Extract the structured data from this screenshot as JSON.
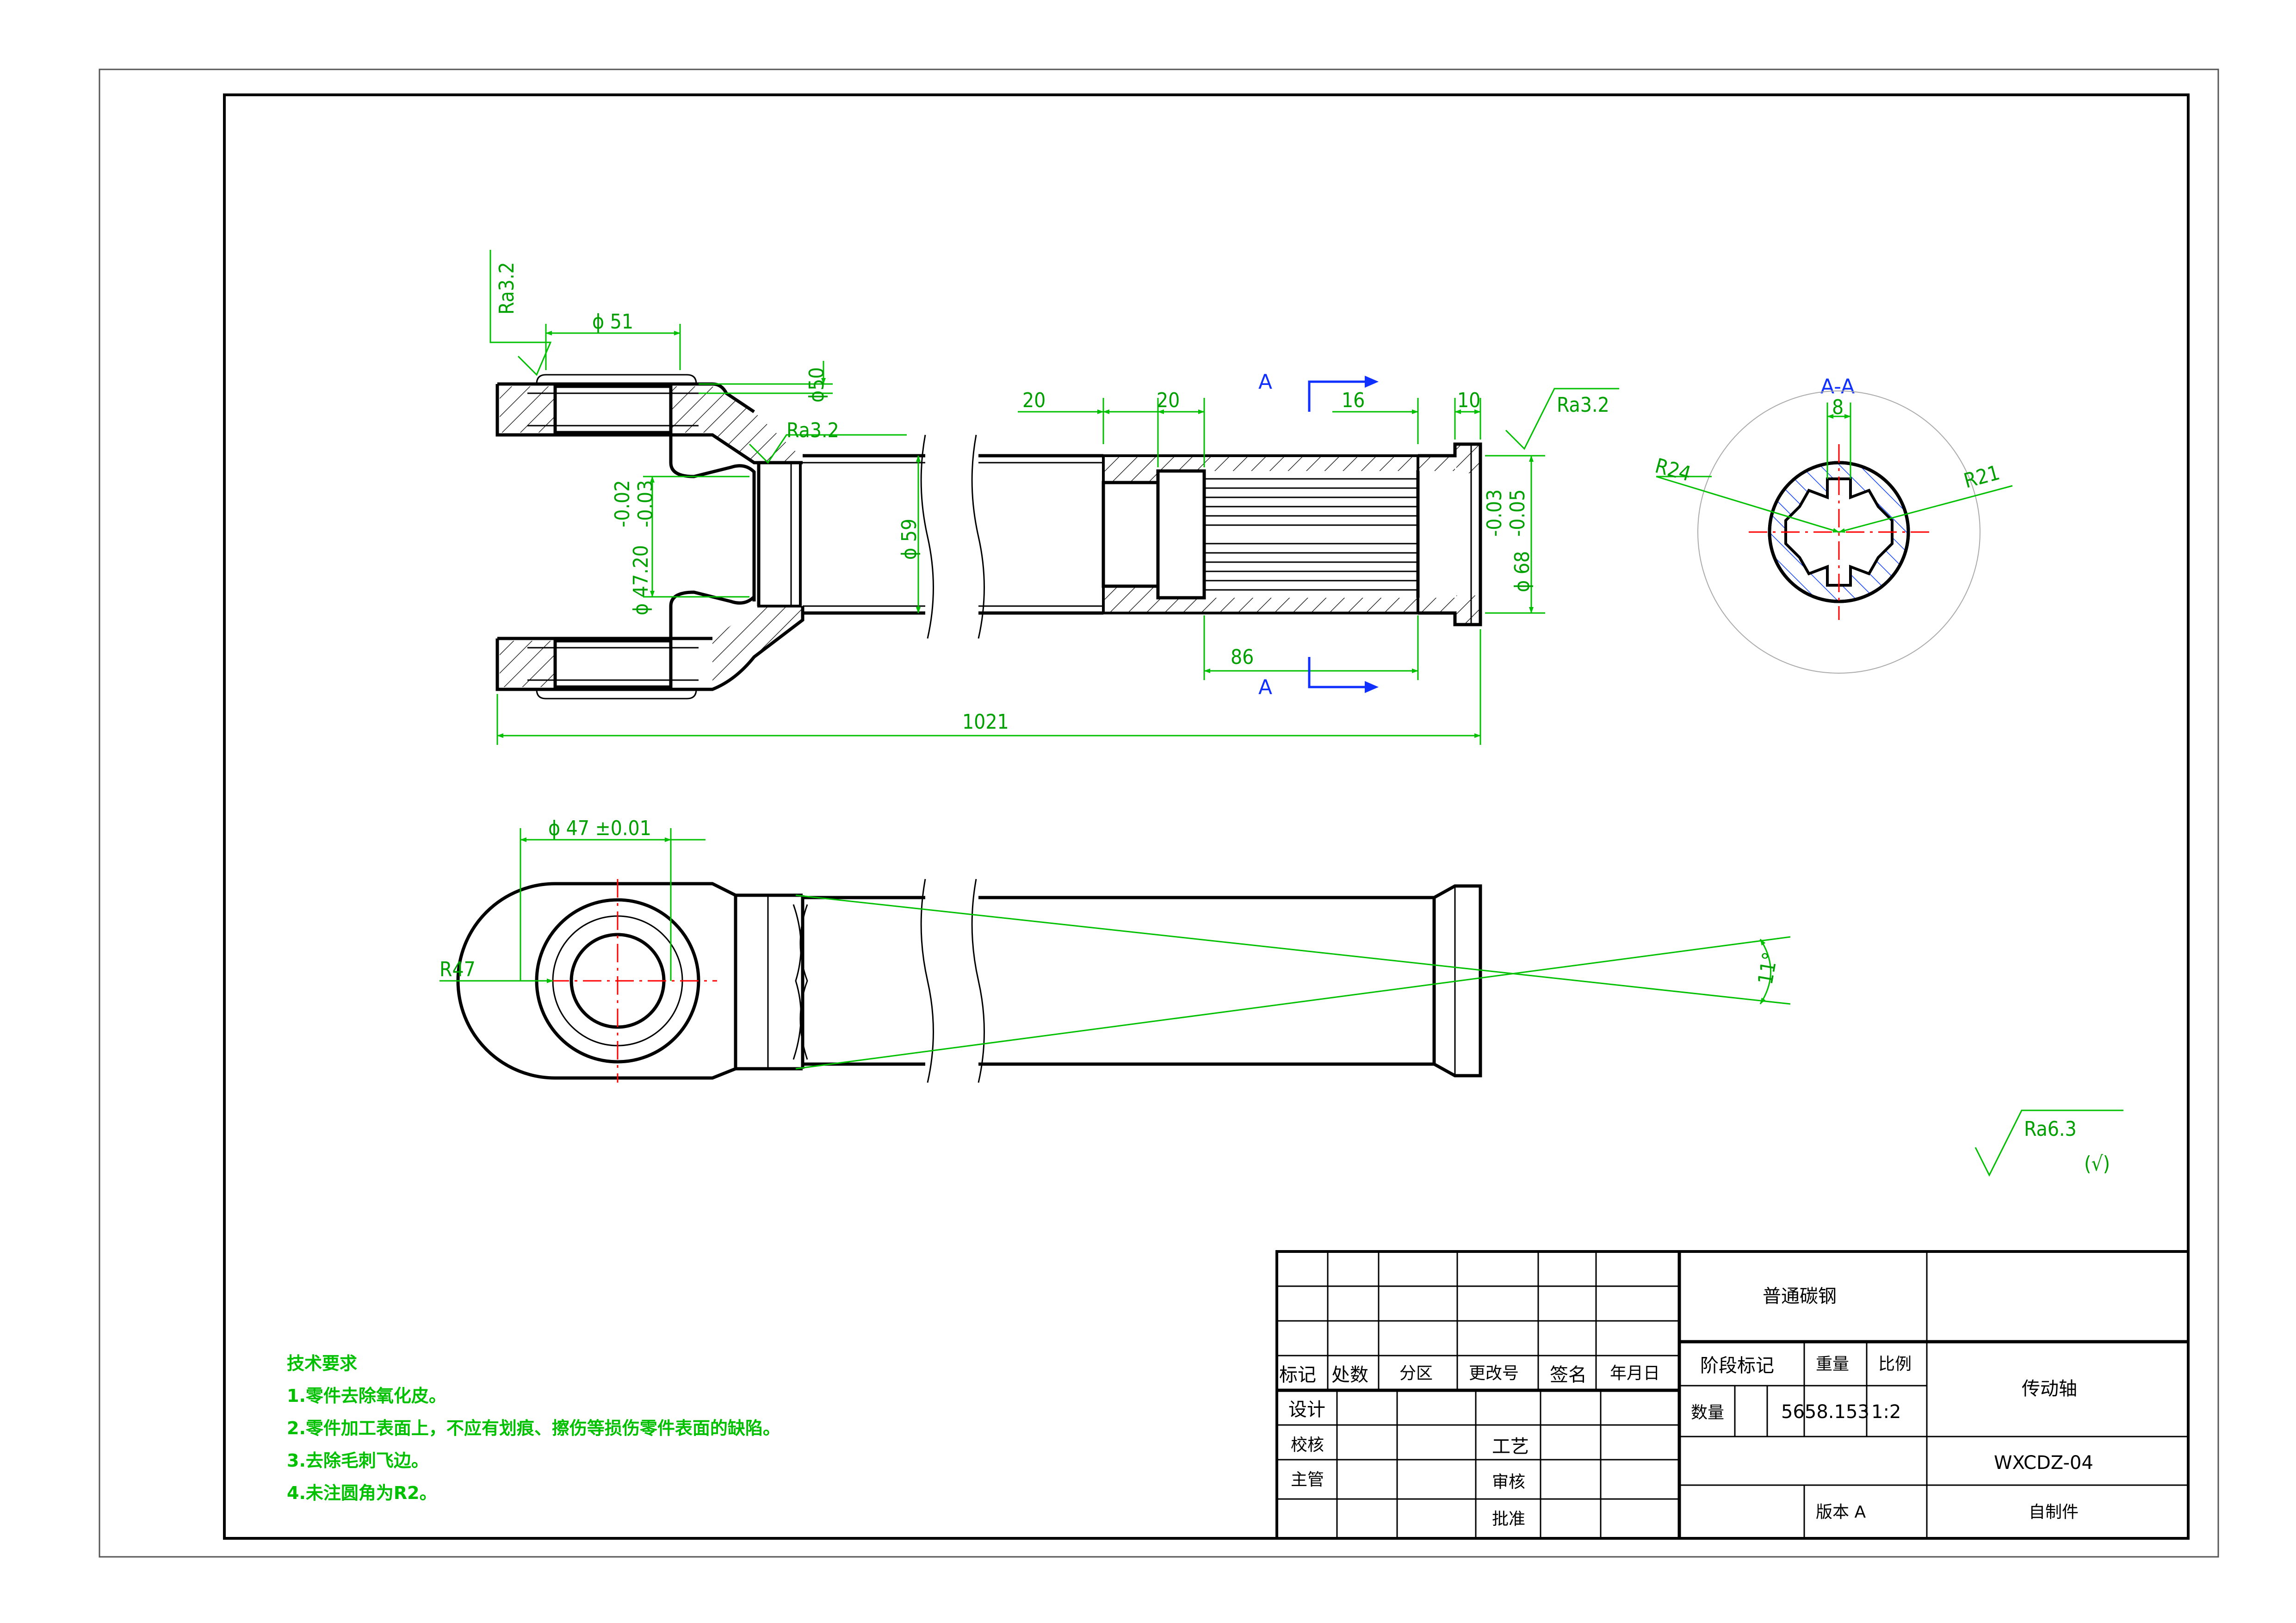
{
  "dimensions": {
    "d51": "ϕ 51",
    "d50": "ϕ50",
    "ra32_top": "Ra3.2",
    "ra32_fork": "Ra3.2",
    "ra32_right": "Ra3.2",
    "tol_upper_left": "-0.02",
    "tol_lower_left": "-0.03",
    "d4720": "ϕ 47.20",
    "d59": "ϕ 59",
    "dim20a": "20",
    "dim20b": "20",
    "dim16": "16",
    "dim10": "10",
    "tol_upper_right": "-0.03",
    "tol_lower_right": "-0.05",
    "d68": "ϕ 68",
    "dim86": "86",
    "dim1021": "1021",
    "d47": "ϕ 47 ±0.01",
    "r47": "R47",
    "angle11": "11°",
    "ra63": "Ra6.3",
    "ra63_note": "(√)"
  },
  "section": {
    "label_top": "A",
    "label_bottom": "A",
    "view_title": "A-A",
    "width8": "8",
    "r24": "R24",
    "r21": "R21"
  },
  "tech_notes": {
    "title": "技术要求",
    "items": [
      "1.零件去除氧化皮。",
      "2.零件加工表面上，不应有划痕、擦伤等损伤零件表面的缺陷。",
      "3.去除毛刺飞边。",
      "4.未注圆角为R2。"
    ]
  },
  "title_block": {
    "material": "普通碳钢",
    "part_name": "传动轴",
    "drawing_no": "WXCDZ-04",
    "source": "自制件",
    "version": "版本 A",
    "stage": "阶段标记",
    "weight_label": "重量",
    "scale_label": "比例",
    "qty_label": "数量",
    "weight": "5658.153",
    "scale": "1:2",
    "rev_headers": [
      "标记",
      "处数",
      "分区",
      "更改号",
      "签名",
      "年月日"
    ],
    "roles": {
      "design": "设计",
      "check": "校核",
      "supervisor": "主管",
      "process": "工艺",
      "review": "审核",
      "approve": "批准"
    }
  }
}
